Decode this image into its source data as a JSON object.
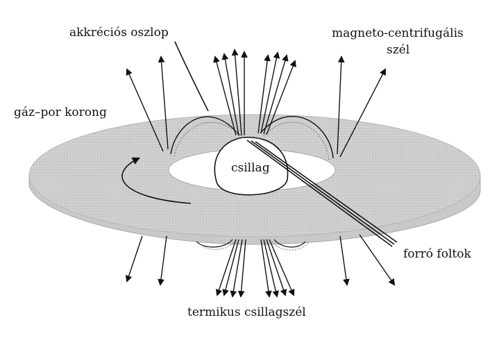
{
  "labels": {
    "accretion_column": "akkréciós oszlop",
    "magneto_wind_line1": "magneto-centrifugális",
    "magneto_wind_line2": "szél",
    "disk": "gáz–por korong",
    "star": "csillag",
    "hot_spots": "forró foltok",
    "thermal_wind": "termikus csillagszél"
  },
  "colors": {
    "disk_fill": "#d9d9d9",
    "disk_edge": "#bdbdbd",
    "ink": "#111111",
    "hole": "#ffffff"
  },
  "icons": [
    "arrow-icon"
  ]
}
